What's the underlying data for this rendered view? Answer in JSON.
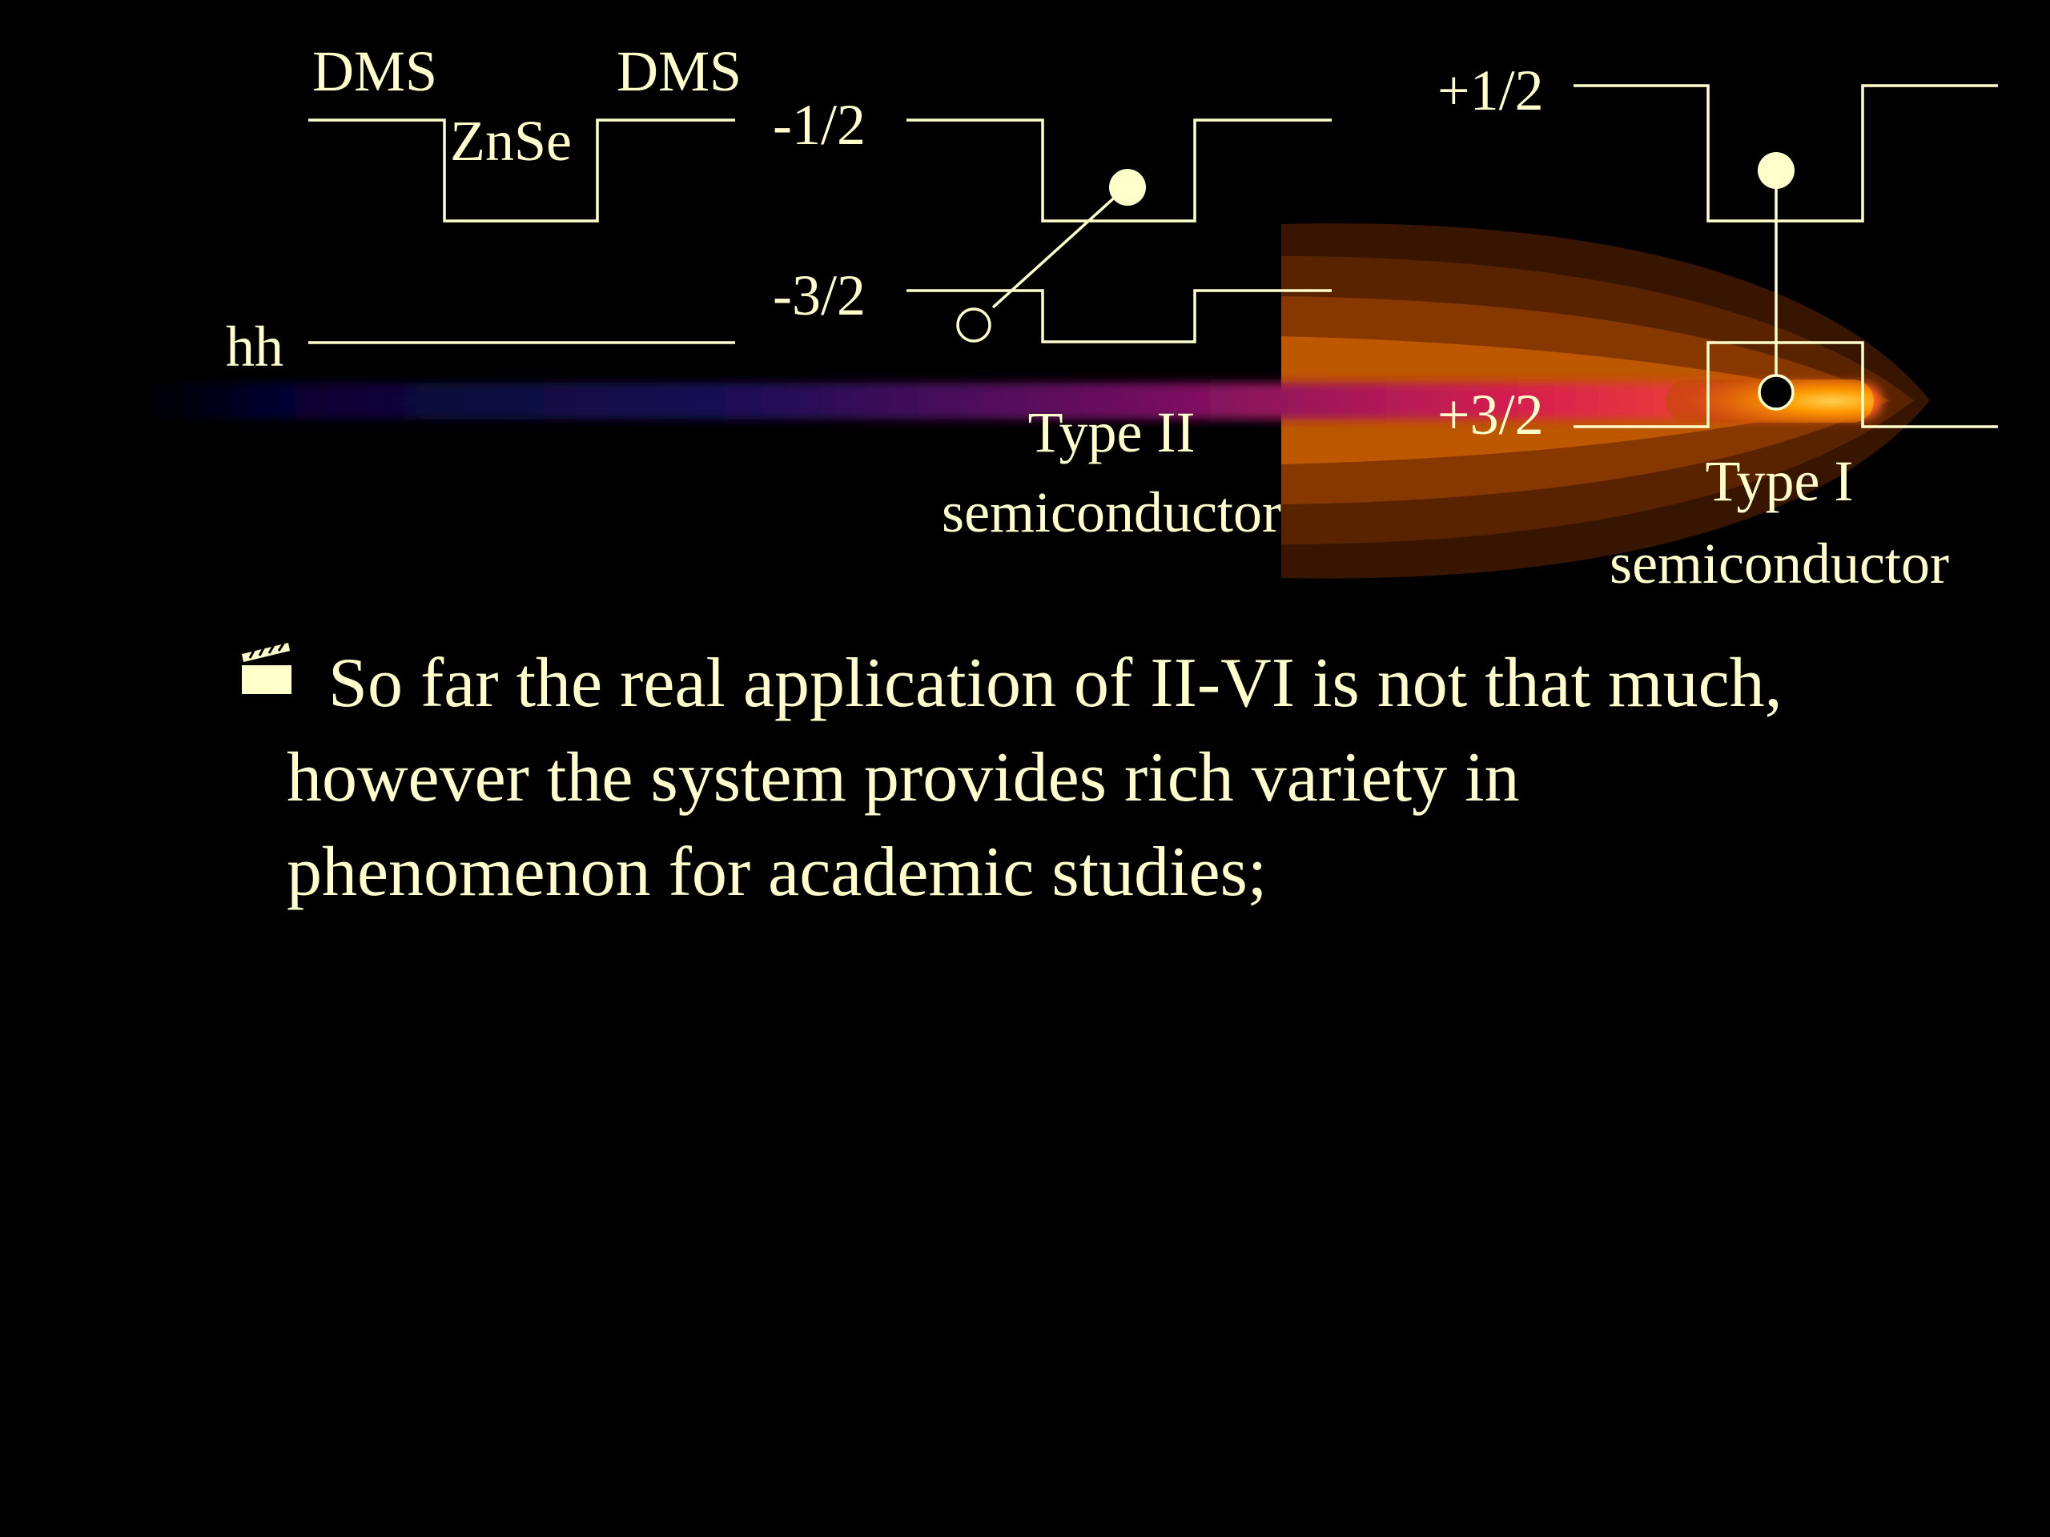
{
  "diagram": {
    "zinc_blende": {
      "left_label": "DMS",
      "right_label": "DMS",
      "well_label": "ZnSe",
      "hh_label": "hh"
    },
    "type_ii": {
      "upper_label": "-1/2",
      "lower_label": "-3/2",
      "caption_line1": "Type II",
      "caption_line2": "semiconductor"
    },
    "type_i": {
      "upper_label": "+1/2",
      "lower_label": "+3/2",
      "caption_line1": "Type I",
      "caption_line2": "semiconductor"
    },
    "colors": {
      "text": "#FFFFCC",
      "background": "#000000",
      "glow_core": "#FF9900",
      "glow_outer": "#8A3A00",
      "streak_start": "#0A0A4A",
      "streak_end": "#FF2060"
    }
  },
  "bullet": {
    "icon": "clapperboard-icon",
    "line1": "So far the real application of II-VI is not that much,",
    "line2": "however the system provides rich variety in",
    "line3": "phenomenon for academic studies;"
  }
}
